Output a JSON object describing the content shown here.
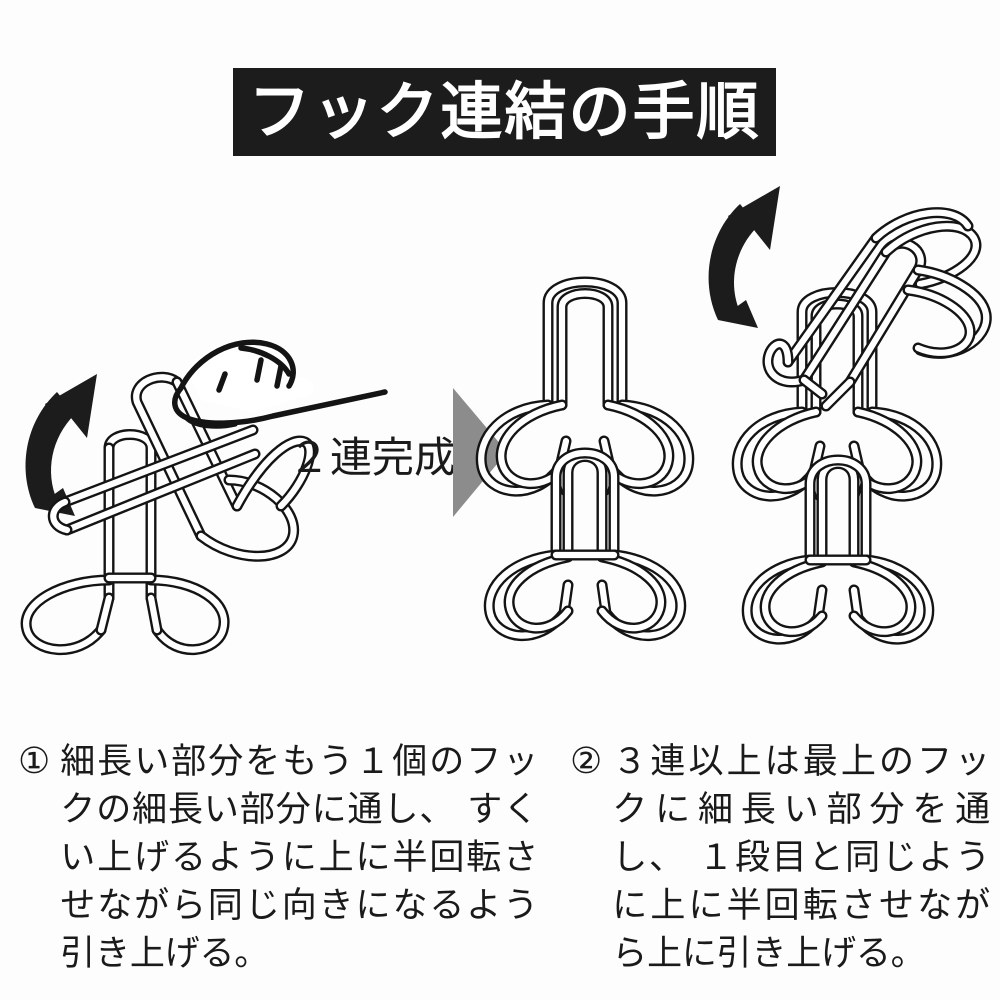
{
  "header": {
    "title": "フック連結の手順"
  },
  "diagram": {
    "type": "instructional-step-diagram",
    "subject": "wire hook chaining procedure",
    "middle_label": "２連完成",
    "panels": [
      {
        "id": "step-1-illustration",
        "position": "left",
        "name": "hand-rotating-hook",
        "description": "手が上のフックをつまみ、下のフックの細長い部分に通して半回転させている図",
        "elements": [
          "curved-rotation-arrow",
          "lower-hook-upright",
          "upper-hook-rotated",
          "hand-pinching"
        ]
      },
      {
        "id": "two-link-result",
        "position": "middle",
        "name": "two-linked-hooks",
        "description": "２個のフックが連結した完成状態",
        "elements": [
          "upper-hook",
          "lower-hook",
          "gray-progress-arrow"
        ]
      },
      {
        "id": "step-2-illustration",
        "position": "right",
        "name": "third-hook-threading",
        "description": "３個目のフックを最上のフックに通して半回転させる図",
        "elements": [
          "curved-rotation-arrow",
          "chain-of-two-hooks",
          "third-hook-rotated"
        ]
      }
    ],
    "colors": {
      "banner_background": "#1c1c1c",
      "banner_text": "#ffffff",
      "line_art": "#141414",
      "progress_arrow": "#8c8c8c",
      "page_background": "#fdfdfd"
    }
  },
  "captions": [
    {
      "marker": "①",
      "text": "細長い部分をもう１個のフックの細長い部分に通し、 すくい上げるように上に半回転させながら同じ向きになるよう引き上げる。"
    },
    {
      "marker": "②",
      "text": "３連以上は最上のフックに細長い部分を通し、 １段目と同じように上に半回転させながら上に引き上げる。"
    }
  ]
}
